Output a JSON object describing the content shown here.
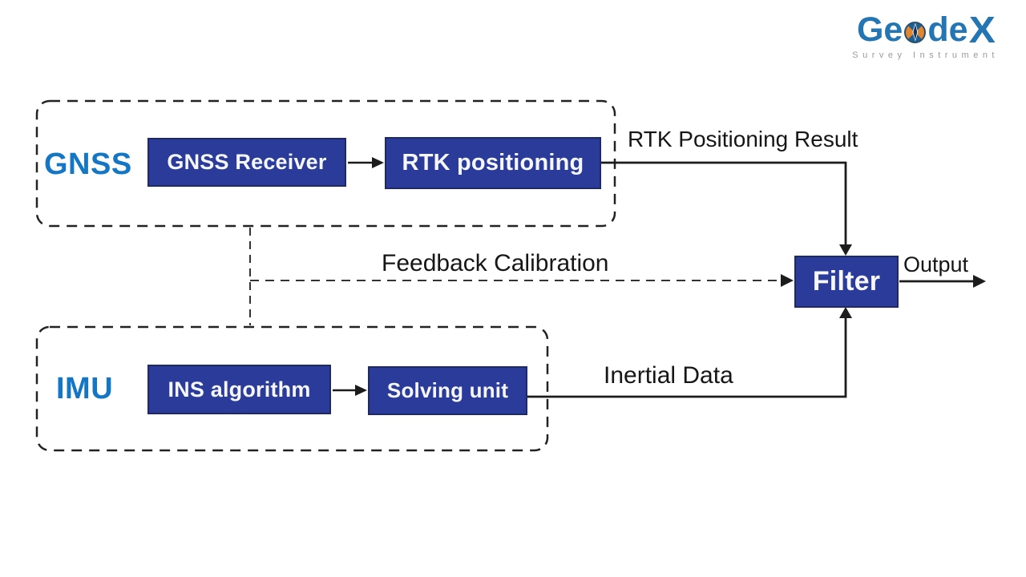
{
  "logo": {
    "brand_prefix": "Ge",
    "brand_mid": "de",
    "brand_x": "X",
    "tagline": "Survey Instrument"
  },
  "colors": {
    "node_fill": "#2b3b9a",
    "node_border": "#1f2a63",
    "node_text": "#f5f7fc",
    "group_label_blue": "#1477c6",
    "logo_blue": "#2375b3",
    "logo_orange": "#e2862e",
    "line_black": "#1c1c1c",
    "tagline_gray": "#9a9a9a"
  },
  "diagram": {
    "groups": [
      {
        "label": "GNSS",
        "nodes": [
          {
            "label": "GNSS Receiver"
          },
          {
            "label": "RTK positioning"
          }
        ]
      },
      {
        "label": "IMU",
        "nodes": [
          {
            "label": "INS algorithm"
          },
          {
            "label": "Solving unit"
          }
        ]
      }
    ],
    "filter": {
      "label": "Filter"
    },
    "edge_labels": {
      "rtk_result": "RTK Positioning Result",
      "feedback": "Feedback Calibration",
      "inertial": "Inertial Data",
      "output": "Output"
    }
  }
}
